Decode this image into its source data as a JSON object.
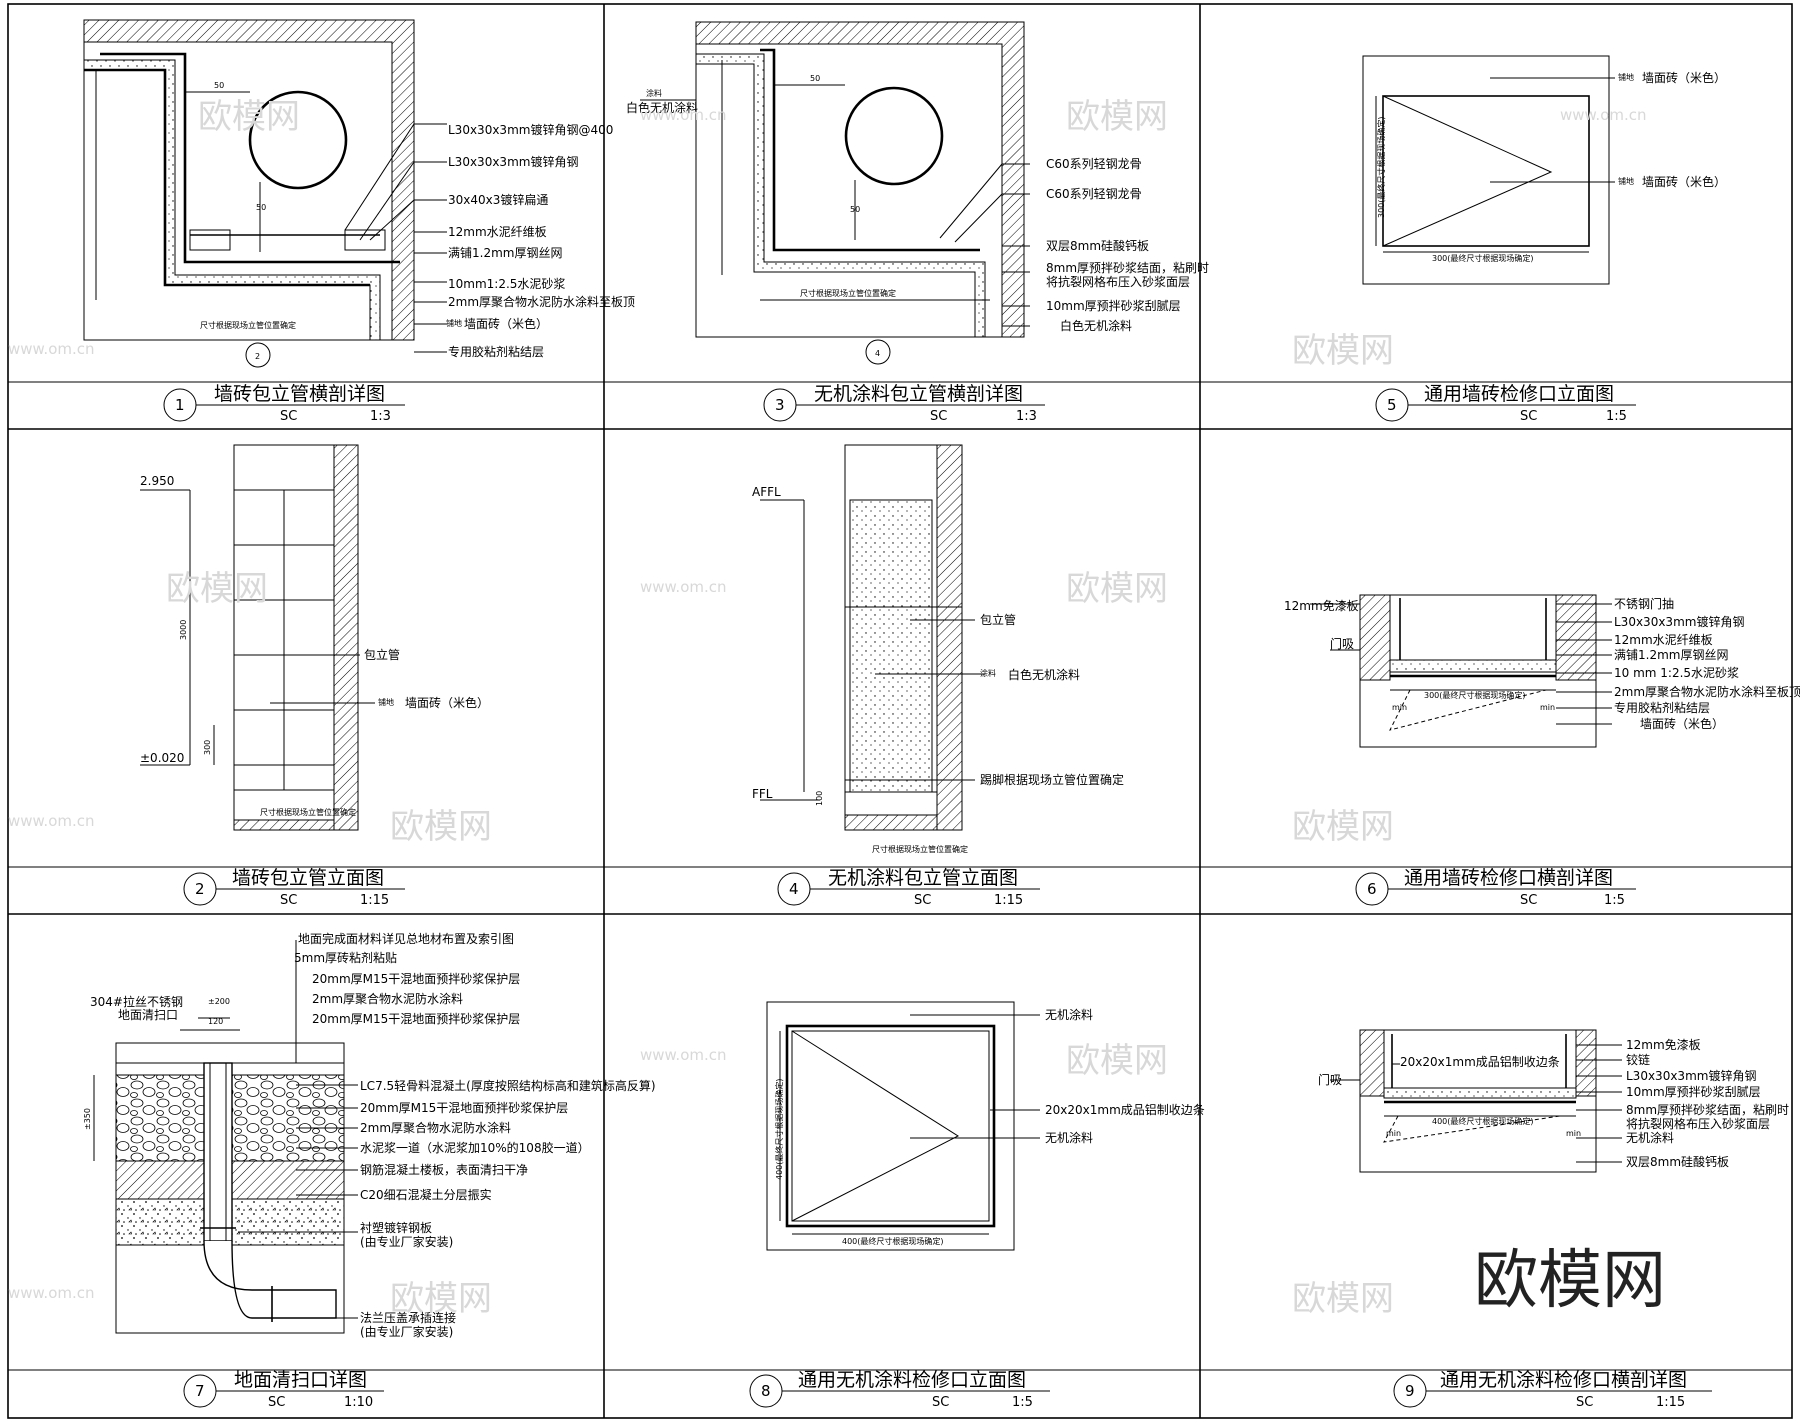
{
  "panels": [
    {
      "num": "1",
      "title": "墙砖包立管横剖详图",
      "scale_label": "SC",
      "scale": "1:3",
      "labels": [
        "L30x30x3mm镀锌角钢@400",
        "L30x30x3mm镀锌角钢",
        "30x40x3镀锌扁通",
        "12mm水泥纤维板",
        "满铺1.2mm厚钢丝网",
        "10mm1:2.5水泥砂浆",
        "2mm厚聚合物水泥防水涂料至板顶",
        "墙面砖（米色）",
        "专用胶粘剂粘结层"
      ],
      "dims": [
        "50",
        "50"
      ],
      "marker": "2",
      "tag": "铺地",
      "footnote": "尺寸根据现场立管位置确定"
    },
    {
      "num": "3",
      "title": "无机涂料包立管横剖详图",
      "scale_label": "SC",
      "scale": "1:3",
      "labels": [
        "白色无机涂料",
        "C60系列轻钢龙骨",
        "C60系列轻钢龙骨",
        "双层8mm硅酸钙板",
        "8mm厚预拌砂浆结面，粘刷时",
        "将抗裂网格布压入砂浆面层",
        "10mm厚预拌砂浆刮腻层",
        "白色无机涂料"
      ],
      "dims": [
        "50",
        "50"
      ],
      "marker": "4",
      "tag": "涂料",
      "footnote": "尺寸根据现场立管位置确定"
    },
    {
      "num": "5",
      "title": "通用墙砖检修口立面图",
      "scale_label": "SC",
      "scale": "1:5",
      "labels": [
        "墙面砖（米色）",
        "墙面砖（米色）"
      ],
      "dims": [
        "300(最终尺寸根据现场确定)",
        "300(最终尺寸根据现场确定)"
      ],
      "tag": "铺地"
    },
    {
      "num": "2",
      "title": "墙砖包立管立面图",
      "scale_label": "SC",
      "scale": "1:15",
      "labels": [
        "包立管",
        "墙面砖（米色）"
      ],
      "levels": [
        "2.950",
        "±0.020"
      ],
      "dims": [
        "3000",
        "300"
      ],
      "tag": "铺地",
      "footnote": "尺寸根据现场立管位置确定"
    },
    {
      "num": "4",
      "title": "无机涂料包立管立面图",
      "scale_label": "SC",
      "scale": "1:15",
      "labels": [
        "包立管",
        "白色无机涂料",
        "踢脚根据现场立管位置确定"
      ],
      "levels": [
        "AFFL",
        "FFL"
      ],
      "dims": [
        "100"
      ],
      "tag": "涂料",
      "footnote": "尺寸根据现场立管位置确定"
    },
    {
      "num": "6",
      "title": "通用墙砖检修口横剖详图",
      "scale_label": "SC",
      "scale": "1:5",
      "labels": [
        "12mm免漆板",
        "门吸",
        "不锈钢门抽",
        "L30x30x3mm镀锌角钢",
        "12mm水泥纤维板",
        "满铺1.2mm厚钢丝网",
        "10 mm 1:2.5水泥砂浆",
        "2mm厚聚合物水泥防水涂料至板顶",
        "专用胶粘剂粘结层",
        "墙面砖（米色）"
      ],
      "dims": [
        "300(最终尺寸根据现场确定)",
        "min",
        "min"
      ]
    },
    {
      "num": "7",
      "title": "地面清扫口详图",
      "scale_label": "SC",
      "scale": "1:10",
      "labels": [
        "地面完成面材料详见总地材布置及索引图",
        "5mm厚砖粘剂粘贴",
        "20mm厚M15干混地面预拌砂浆保护层",
        "2mm厚聚合物水泥防水涂料",
        "20mm厚M15干混地面预拌砂浆保护层",
        "LC7.5轻骨料混凝土(厚度按照结构标高和建筑标高反算)",
        "20mm厚M15干混地面预拌砂浆保护层",
        "2mm厚聚合物水泥防水涂料",
        "水泥浆一道（水泥浆加10%的108胶一道）",
        "钢筋混凝土楼板，表面清扫干净",
        "C20细石混凝土分层振实",
        "衬塑镀锌钢板",
        "(由专业厂家安装)",
        "法兰压盖承插连接",
        "(由专业厂家安装)"
      ],
      "side": [
        "304#拉丝不锈钢",
        "地面清扫口"
      ],
      "dims": [
        "±200",
        "120",
        "±350"
      ]
    },
    {
      "num": "8",
      "title": "通用无机涂料检修口立面图",
      "scale_label": "SC",
      "scale": "1:5",
      "labels": [
        "无机涂料",
        "20x20x1mm成品铝制收边条",
        "无机涂料"
      ],
      "dims": [
        "400(最终尺寸根据现场确定)",
        "400(最终尺寸根据现场确定)"
      ]
    },
    {
      "num": "9",
      "title": "通用无机涂料检修口横剖详图",
      "scale_label": "SC",
      "scale": "1:15",
      "labels": [
        "12mm免漆板",
        "铰链",
        "L30x30x3mm镀锌角钢",
        "10mm厚预拌砂浆刮腻层",
        "8mm厚预拌砂浆结面，粘刷时",
        "将抗裂网格布压入砂浆面层",
        "无机涂料",
        "双层8mm硅酸钙板"
      ],
      "side": [
        "20x20x1mm成品铝制收边条",
        "门吸"
      ],
      "dims": [
        "400(最终尺寸根据现场确定)",
        "min",
        "min"
      ]
    }
  ],
  "watermark": {
    "big": "欧模网",
    "small": "www.om.cn",
    "brand": "欧模网"
  }
}
